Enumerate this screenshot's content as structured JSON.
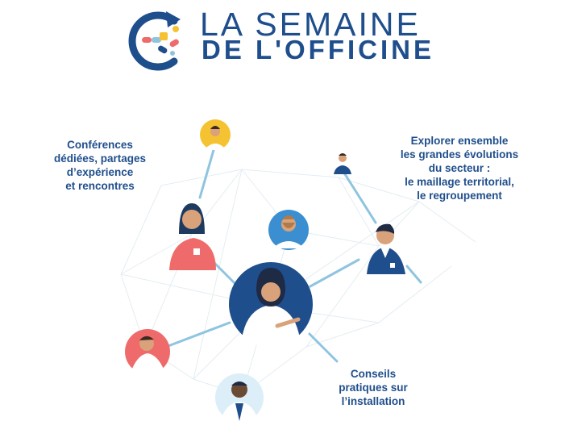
{
  "header": {
    "title_line1": "LA SEMAINE",
    "title_line2": "DE L'OFFICINE",
    "brand_color": "#1f4e8c",
    "logo_icon": "pill-capsule-cycle-icon"
  },
  "captions": {
    "conferences": [
      "Conférences",
      "dédiées, partages",
      "d’expérience",
      "et rencontres"
    ],
    "explorer": [
      "Explorer ensemble",
      "les grandes évolutions",
      "du secteur :",
      "le maillage territorial,",
      "le regroupement"
    ],
    "conseils": [
      "Conseils",
      "pratiques sur",
      "l’installation"
    ]
  },
  "colors": {
    "navy": "#1f4e8c",
    "light_blue": "#8fc4e0",
    "coral": "#ef6b6b",
    "yellow": "#f5c331",
    "pale_blue": "#dceef8"
  }
}
